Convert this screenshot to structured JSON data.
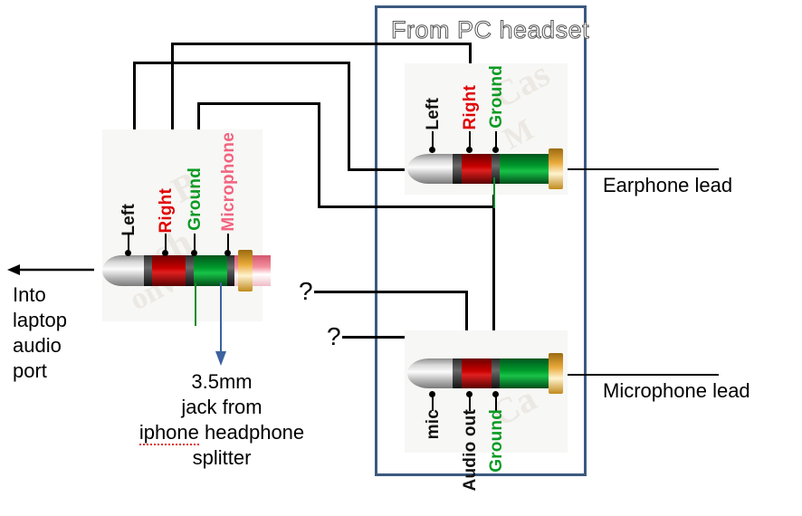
{
  "title": "Audio jack wiring diagram — iPhone headphone splitter to PC headset",
  "headings": {
    "from_pc_headset": "From PC headset"
  },
  "captions": {
    "into_laptop": "Into\nlaptop\naudio\nport",
    "into_laptop_lines": [
      "Into",
      "laptop",
      "audio",
      "port"
    ],
    "splitter_lines": [
      "3.5mm",
      "jack from",
      "iphone headphone",
      "splitter"
    ],
    "splitter_spellcheck_word": "iphone",
    "earphone_lead": "Earphone lead",
    "microphone_lead": "Microphone lead",
    "unknown_1": "?",
    "unknown_2": "?"
  },
  "connectors": {
    "splitter_jack": {
      "name": "3.5mm TRRS jack from iphone headphone splitter",
      "labels": [
        {
          "text": "Left",
          "color": "#111111"
        },
        {
          "text": "Right",
          "color": "#e00000"
        },
        {
          "text": "Ground",
          "color": "#0b9a23"
        },
        {
          "text": "Microphone",
          "color": "#f2637f"
        }
      ]
    },
    "pc_earphone_jack": {
      "name": "PC headset earphone TRS plug",
      "labels": [
        {
          "text": "Left",
          "color": "#111111"
        },
        {
          "text": "Right",
          "color": "#e00000"
        },
        {
          "text": "Ground",
          "color": "#0b9a23"
        }
      ]
    },
    "pc_microphone_jack": {
      "name": "PC headset microphone plug",
      "labels": [
        {
          "text": "mic",
          "color": "#111111"
        },
        {
          "text": "Audio out",
          "color": "#111111"
        },
        {
          "text": "Ground",
          "color": "#0b9a23"
        }
      ]
    }
  },
  "colors": {
    "box_border": "#3c5a80",
    "wire": "#000000",
    "ground_wire": "#0a8a2a",
    "blue_arrow": "#3c62a0",
    "red": "#e00000",
    "green": "#0b9a23",
    "pink": "#f2637f",
    "black": "#111111"
  }
}
